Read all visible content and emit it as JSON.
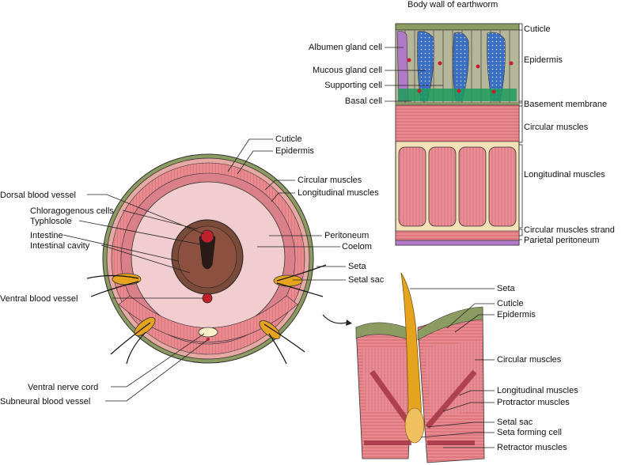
{
  "body_wall": {
    "title": "Body wall of earthworm",
    "labels_left": [
      "Albumen gland cell",
      "Mucous gland cell",
      "Supporting  cell",
      "Basal  cell"
    ],
    "labels_right": [
      "Cuticle",
      "Epidermis",
      "Basement  membrane",
      "Circular  muscles",
      "Longitudinal muscles",
      "Circular muscles strand",
      "Parietal peritoneum"
    ]
  },
  "cross_section": {
    "labels_top": [
      "Cuticle",
      "Epidermis",
      "Circular muscles",
      "Longitudinal muscles"
    ],
    "labels_left": [
      "Dorsal blood vessel",
      "Chloragogenous cells",
      "Typhlosole",
      "Intestine",
      "Intestinal cavity",
      "Ventral blood vessel",
      "Ventral nerve cord",
      "Subneural blood vessel"
    ],
    "labels_right": [
      "Peritoneum",
      "Coelom",
      "Seta",
      "Setal sac"
    ]
  },
  "seta_detail": {
    "labels": [
      "Seta",
      "Cuticle",
      "Epidermis",
      "Circular  muscles",
      "Longitudinal muscles",
      "Protractor muscles",
      "Setal  sac",
      "Seta forming cell",
      "Retractor muscles"
    ]
  },
  "colors": {
    "muscle": "#e98a8f",
    "muscle_dark": "#c85b66",
    "coelom": "#f2cdd0",
    "cuticle": "#8c9b62",
    "seta": "#e6a31e",
    "intestine": "#7a4a3a",
    "basal": "#1f9c5c",
    "mucous": "#3a6fc4",
    "albumen": "#b07ac8",
    "strand": "#f3e2b8"
  }
}
